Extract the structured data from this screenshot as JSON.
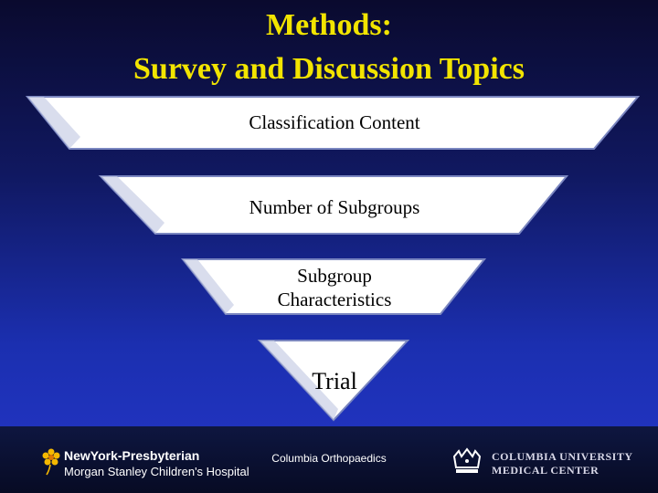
{
  "slide": {
    "title_line1": "Methods:",
    "title_line2": "Survey and Discussion Topics"
  },
  "funnel": {
    "levels": [
      {
        "label": "Classification Content"
      },
      {
        "label": "Number of Subgroups"
      },
      {
        "label_line1": "Subgroup",
        "label_line2": "Characteristics"
      },
      {
        "label": "Trial"
      }
    ]
  },
  "footer": {
    "nyp_name": "NewYork-Presbyterian",
    "nyp_subtitle": "Morgan Stanley Children's Hospital",
    "center_text": "Columbia Orthopaedics",
    "cu_name": "COLUMBIA UNIVERSITY",
    "cu_subtitle": "MEDICAL CENTER"
  },
  "colors": {
    "title": "#f2e400",
    "funnel_fill": "#ffffff",
    "background_top": "#0a0a2e",
    "background_bottom": "#2436c8"
  }
}
